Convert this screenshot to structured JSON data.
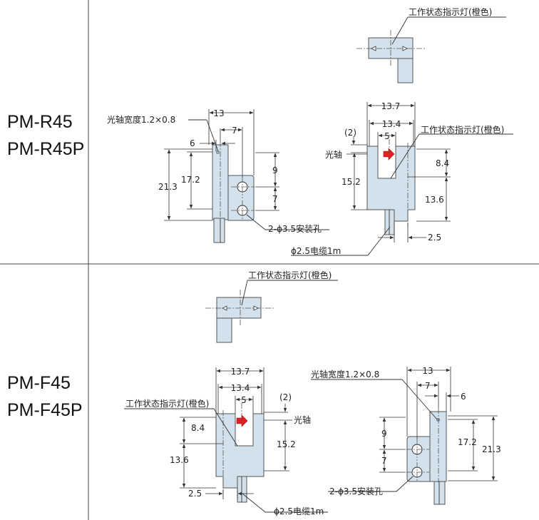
{
  "models": {
    "top": [
      "PM-R45",
      "PM-R45P"
    ],
    "bottom": [
      "PM-F45",
      "PM-F45P"
    ]
  },
  "labels": {
    "indicator": "工作状态指示灯(橙色)",
    "optical_axis": "光轴",
    "optical_axis_width": "光轴宽度1.2×0.8",
    "mount_holes": "2-ϕ3.5安装孔",
    "cable": "ϕ2.5电缆1m"
  },
  "dims": {
    "d13": "13",
    "d7": "7",
    "d6": "6",
    "d21_3": "21.3",
    "d17_2": "17.2",
    "d9": "9",
    "d13_7": "13.7",
    "d13_4": "13.4",
    "d5": "5",
    "d2": "(2)",
    "d8_4": "8.4",
    "d15_2": "15.2",
    "d13_6": "13.6",
    "d2_5": "2.5"
  },
  "colors": {
    "part_fill": "#d3e1ec",
    "indicator_arrow": "#e02020"
  }
}
